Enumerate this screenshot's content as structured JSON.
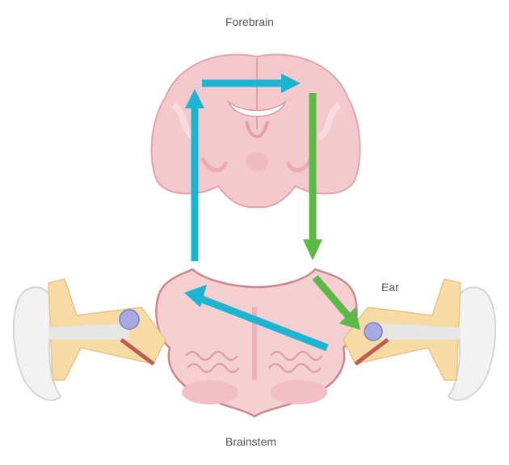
{
  "labels": {
    "forebrain": "Forebrain",
    "brainstem": "Brainstem",
    "ear": "Ear"
  },
  "colors": {
    "ascending_pathway": "#1cb4d0",
    "descending_pathway": "#5cb946",
    "tissue_pink": "#f4c9cd",
    "tissue_outline": "#c98890",
    "bone": "#f6dca4",
    "cartilage": "#ececec",
    "cochlea": "#a9a8e2"
  },
  "pathways": [
    {
      "name": "ascending",
      "color": "#1cb4d0",
      "route": [
        "Ear",
        "Brainstem",
        "Forebrain"
      ]
    },
    {
      "name": "descending",
      "color": "#5cb946",
      "route": [
        "Forebrain",
        "Brainstem",
        "Ear"
      ]
    }
  ]
}
